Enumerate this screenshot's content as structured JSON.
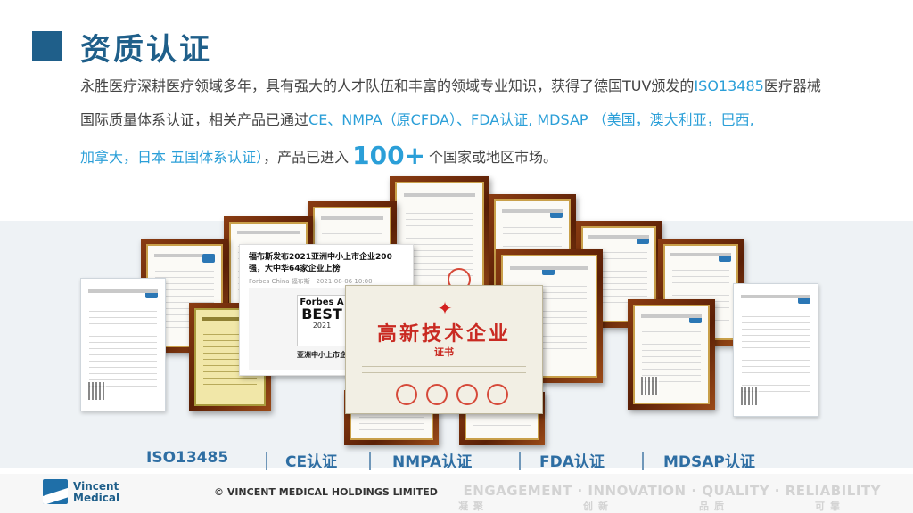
{
  "header": {
    "title": "资质认证"
  },
  "intro": {
    "l1_a": "永胜医疗深耕医疗领域多年，具有强大的人才队伍和丰富的领域专业知识，获得了德国TUV颁发的",
    "l1_b": "ISO13485",
    "l1_c": "医疗器械",
    "l2_a": "国际质量体系认证，相关产品已通过",
    "l2_b": "CE、NMPA（原CFDA）、FDA认证, MDSAP （美国，澳大利亚，巴西,",
    "l3_a": "加拿大，日本 五国体系认证）",
    "l3_b": "，产品已进入",
    "l3_c": "100+",
    "l3_d": "个国家或地区市场。"
  },
  "certificates": {
    "hightech_title": "高新技术企业",
    "hightech_sub": "证书",
    "forbes_headline": "福布斯发布2021亚洲中小上市企业200强，大中华64家企业上榜",
    "forbes_meta": "Forbes China 福布斯 · 2021-08-06 10:00",
    "forbes_badge_1": "Forbes A",
    "forbes_badge_2": "BEST",
    "forbes_badge_3": "2021",
    "forbes_caption": "亚洲中小上市企"
  },
  "cert_labels": [
    "ISO13485",
    "CE认证",
    "NMPA认证",
    "FDA认证",
    "MDSAP认证"
  ],
  "footer": {
    "logo_line1": "Vincent",
    "logo_line2": "Medical",
    "copyright": "© VINCENT MEDICAL HOLDINGS LIMITED",
    "values_en": "ENGAGEMENT · INNOVATION · QUALITY · RELIABILITY",
    "values_zh": [
      "凝聚",
      "创新",
      "品质",
      "可靠"
    ]
  },
  "colors": {
    "brand_blue": "#1f5f8a",
    "highlight_blue": "#2b9fd8",
    "frame_brown": "#6b2a0c"
  }
}
